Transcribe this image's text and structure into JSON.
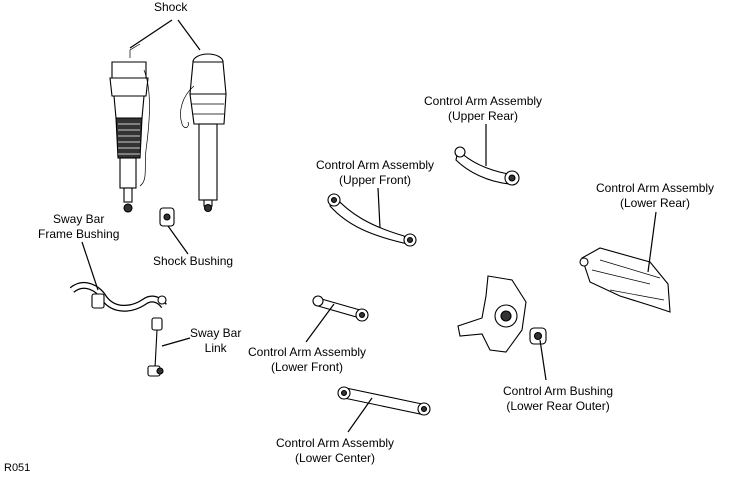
{
  "labels": {
    "shock": "Shock",
    "sway_bar_frame_bushing": [
      "Sway Bar",
      "Frame Bushing"
    ],
    "shock_bushing": "Shock Bushing",
    "sway_bar_link": [
      "Sway Bar",
      "Link"
    ],
    "control_arm_upper_front": [
      "Control Arm Assembly",
      "(Upper Front)"
    ],
    "control_arm_upper_rear": [
      "Control Arm Assembly",
      "(Upper Rear)"
    ],
    "control_arm_lower_rear": [
      "Control Arm Assembly",
      "(Lower Rear)"
    ],
    "control_arm_lower_front": [
      "Control Arm Assembly",
      "(Lower Front)"
    ],
    "control_arm_bushing": [
      "Control Arm Bushing",
      "(Lower Rear Outer)"
    ],
    "control_arm_lower_center": [
      "Control Arm Assembly",
      "(Lower Center)"
    ]
  },
  "reference_code": "R051"
}
